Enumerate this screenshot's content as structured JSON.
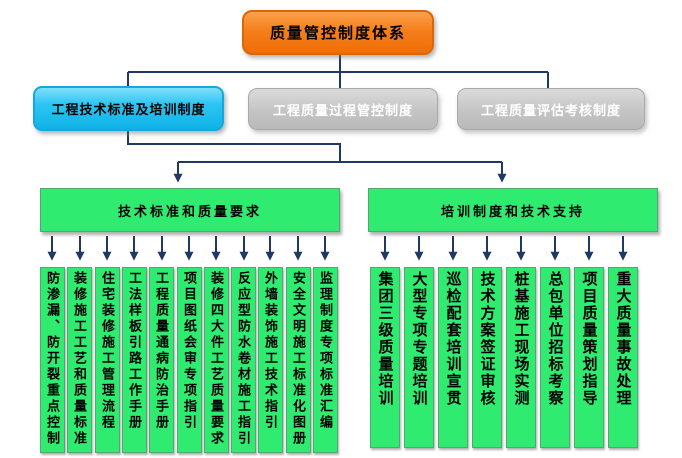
{
  "title": "质量管控制度体系",
  "root": {
    "label": "质量管控制度体系"
  },
  "level2": [
    {
      "label": "工程技术标准及培训制度",
      "state": "highlighted"
    },
    {
      "label": "工程质量过程管控制度",
      "state": "normal"
    },
    {
      "label": "工程质量评估考核制度",
      "state": "normal"
    }
  ],
  "groups": [
    {
      "header": "技术标准和质量要求",
      "items": [
        "防渗漏、防开裂重点控制",
        "装修施工工艺和质量标准",
        "住宅装修施工管理流程",
        "工法样板引路工作手册",
        "工程质量通病防治手册",
        "项目图纸会审专项指引",
        "装修四大件工艺质量要求",
        "反应型防水卷材施工指引",
        "外墙装饰施工技术指引",
        "安全文明施工标准化图册",
        "监理制度专项标准汇编"
      ]
    },
    {
      "header": "培训制度和技术支持",
      "items": [
        "集团三级质量培训",
        "大型专项专题培训",
        "巡检配套培训宣贯",
        "技术方案签证审核",
        "桩基施工现场实测",
        "总包单位招标考察",
        "项目质量策划指导",
        "重大质量事故处理"
      ]
    }
  ],
  "colors": {
    "root_fill": "#F57F1C",
    "highlight_fill": "#2CC5F3",
    "inactive_fill": "#C3C3C3",
    "leaf_fill": "#2FEB70",
    "connector": "#1F3864"
  }
}
